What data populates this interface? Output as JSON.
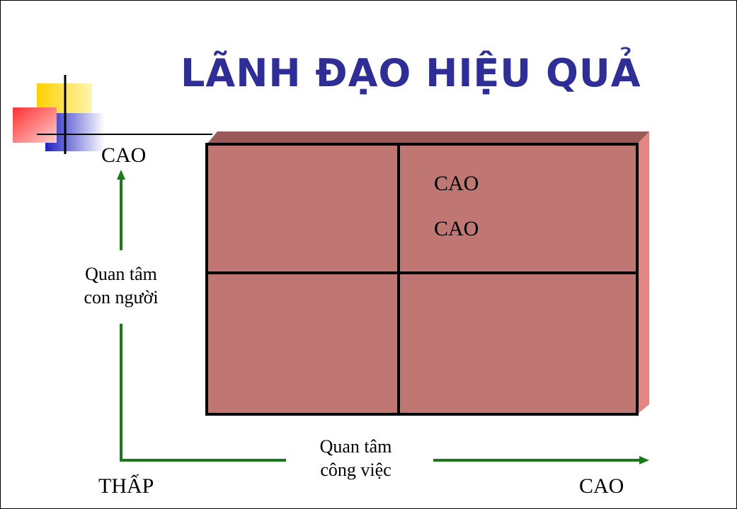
{
  "slide": {
    "title": "LÃNH ĐẠO HIỆU QUẢ"
  },
  "axes": {
    "y_high_label": "CAO",
    "y_title_line1": "Quan tâm",
    "y_title_line2": "con người",
    "origin_label": "THẤP",
    "x_title_line1": "Quan tâm",
    "x_title_line2": "công việc",
    "x_high_label": "CAO"
  },
  "grid": {
    "top_right_line1": "CAO",
    "top_right_line2": "CAO"
  },
  "colors": {
    "title": "#2e2e96",
    "box_face": "#c07672",
    "box_top": "#9b5a5a",
    "box_side": "#e08784",
    "arrow": "#1a7a1a"
  }
}
